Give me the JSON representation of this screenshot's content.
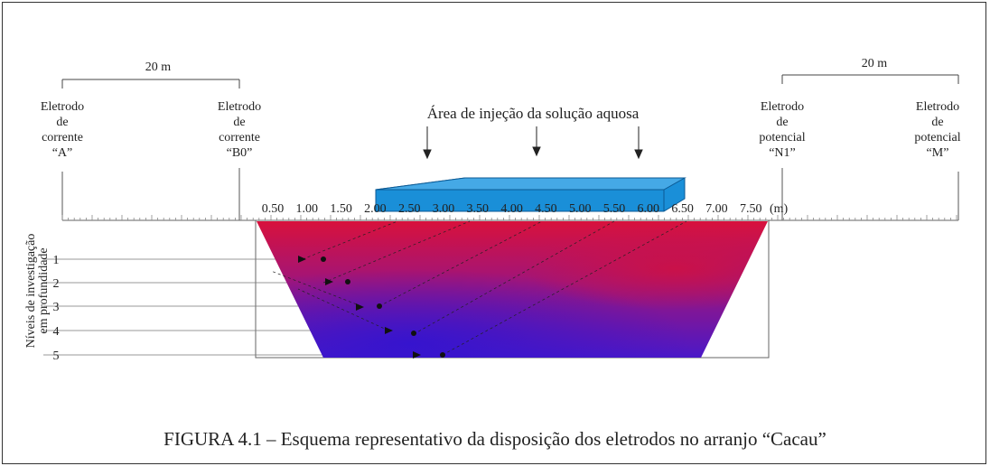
{
  "distances": {
    "left": "20 m",
    "right": "20 m"
  },
  "electrodes": [
    {
      "id": "A",
      "lines": [
        "Eletrodo",
        "de",
        "corrente",
        "“A”"
      ]
    },
    {
      "id": "B0",
      "lines": [
        "Eletrodo",
        "de",
        "corrente",
        "“B0”"
      ]
    },
    {
      "id": "N1",
      "lines": [
        "Eletrodo",
        "de",
        "potencial",
        "“N1”"
      ]
    },
    {
      "id": "M",
      "lines": [
        "Eletrodo",
        "de",
        "potencial",
        "“M”"
      ]
    }
  ],
  "injection_label": "Área de injeção da solução aquosa",
  "scale_ticks": [
    "0.50",
    "1.00",
    "1.50",
    "2.00",
    "2.50",
    "3.00",
    "3.50",
    "4.00",
    "4.50",
    "5.00",
    "5.50",
    "6.00",
    "6.50",
    "7.00",
    "7.50"
  ],
  "scale_unit": "(m)",
  "axis_label": [
    "Níveis de investigação",
    "em profundidade"
  ],
  "levels": [
    "1",
    "2",
    "3",
    "4",
    "5"
  ],
  "colors": {
    "section_top": "#d4123e",
    "section_bottom": "#3b17cc",
    "tank": "#1c8fd6"
  },
  "caption": "FIGURA 4.1 – Esquema representativo da disposição dos eletrodos no arranjo “Cacau”"
}
